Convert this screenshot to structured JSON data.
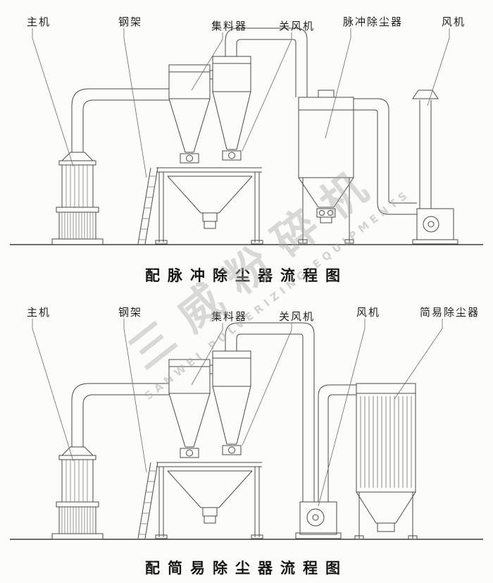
{
  "page": {
    "background": "#fcfcfa",
    "line_color": "#4a4a4a"
  },
  "watermark": {
    "cn": "三威粉碎机",
    "en": "SANWEI PULVERIZING EQUIPMENTS"
  },
  "diagram_top": {
    "title": "配脉冲除尘器流程图",
    "labels": [
      {
        "text": "主机"
      },
      {
        "text": "钢架"
      },
      {
        "text": "集料器"
      },
      {
        "text": "关风机"
      },
      {
        "text": "脉冲除尘器"
      },
      {
        "text": "风机"
      }
    ]
  },
  "diagram_bottom": {
    "title": "配简易除尘器流程图",
    "labels": [
      {
        "text": "主机"
      },
      {
        "text": "钢架"
      },
      {
        "text": "集料器"
      },
      {
        "text": "关风机"
      },
      {
        "text": "风机"
      },
      {
        "text": "简易除尘器"
      }
    ]
  }
}
